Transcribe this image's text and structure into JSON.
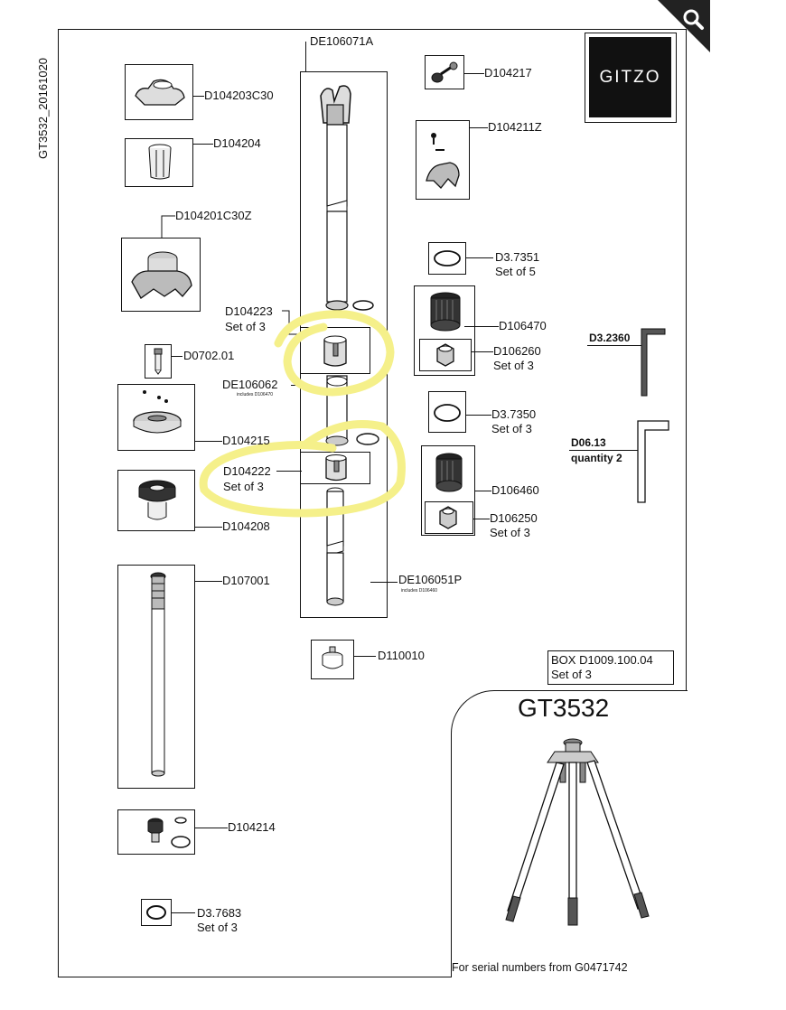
{
  "sheet": {
    "vertical_code": "GT3532_20161020",
    "logo_text": "GITZO",
    "model_title": "GT3532",
    "serial_note": "For serial numbers from G0471742",
    "box_line1": "BOX D1009.100.04",
    "box_line2": "Set of 3"
  },
  "parts": {
    "DE106071A": "DE106071A",
    "D104203C30": "D104203C30",
    "D104204": "D104204",
    "D104201C30Z": "D104201C30Z",
    "D104223": "D104223",
    "D104223_qty": "Set of 3",
    "D0702_01": "D0702.01",
    "DE106062": "DE106062",
    "DE106062_note": "includes D106470",
    "D104215": "D104215",
    "D104222": "D104222",
    "D104222_qty": "Set of 3",
    "D104208": "D104208",
    "D107001": "D107001",
    "DE106051P": "DE106051P",
    "DE106051P_note": "includes D106460",
    "D110010": "D110010",
    "D104214": "D104214",
    "D3_7683": "D3.7683",
    "D3_7683_qty": "Set of 3",
    "D104217": "D104217",
    "D104211Z": "D104211Z",
    "D3_7351": "D3.7351",
    "D3_7351_qty": "Set of 5",
    "D106470": "D106470",
    "D106260": "D106260",
    "D106260_qty": "Set of 3",
    "D3_7350": "D3.7350",
    "D3_7350_qty": "Set of 3",
    "D106460": "D106460",
    "D106250": "D106250",
    "D106250_qty": "Set of 3",
    "D3_2360": "D3.2360",
    "D06_13": "D06.13",
    "D06_13_qty": "quantity 2"
  },
  "annotations": {
    "highlight_color": "#f5f08a",
    "highlighted_parts": [
      "D104223",
      "D104222"
    ]
  },
  "icons": {
    "zoom": "magnifier-icon"
  }
}
